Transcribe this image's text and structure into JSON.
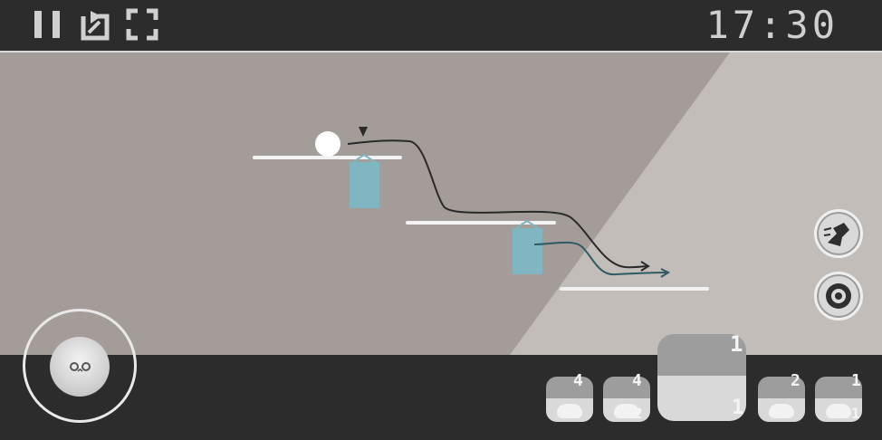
{
  "hud": {
    "timer": "17:30",
    "icons": {
      "pause": "pause-icon",
      "restart": "restart-icon",
      "fullscreen": "fullscreen-icon"
    }
  },
  "abilities": [
    {
      "icon": "dash-icon"
    },
    {
      "icon": "swirl-icon"
    }
  ],
  "roster": [
    {
      "name": "char-1",
      "count": "4",
      "subcount": ""
    },
    {
      "name": "char-2",
      "count": "4",
      "subcount": "2"
    },
    {
      "name": "char-3-selected",
      "count": "1",
      "subcount": "1"
    },
    {
      "name": "char-4",
      "count": "2",
      "subcount": ""
    },
    {
      "name": "char-5",
      "count": "1",
      "subcount": "1"
    }
  ]
}
